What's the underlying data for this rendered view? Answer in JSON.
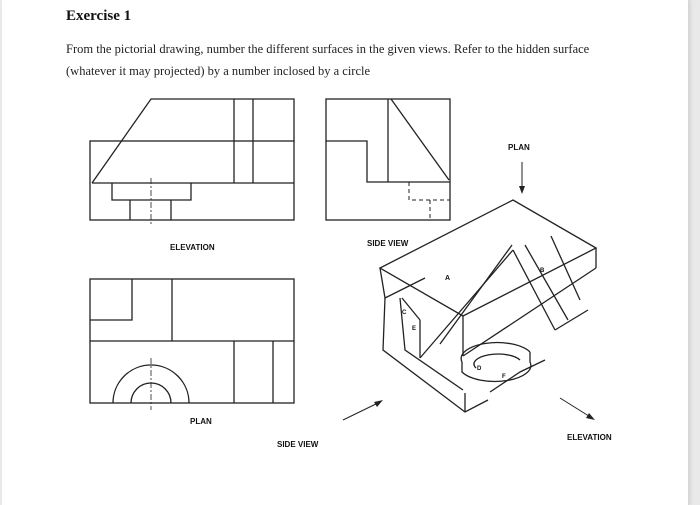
{
  "exercise": {
    "title": "Exercise 1",
    "instruction_line1": "From the pictorial drawing, number the different surfaces in the given views. Refer to the hidden surface",
    "instruction_line2": "(whatever it may projected) by a number inclosed by a circle"
  },
  "labels": {
    "elevation_view": "ELEVATION",
    "side_view_top": "SIDE VIEW",
    "plan_view": "PLAN",
    "side_view_bottom": "SIDE VIEW",
    "plan_arrow": "PLAN",
    "elevation_arrow": "ELEVATION"
  },
  "surface_letters": [
    "A",
    "B",
    "C",
    "D",
    "E",
    "F"
  ]
}
